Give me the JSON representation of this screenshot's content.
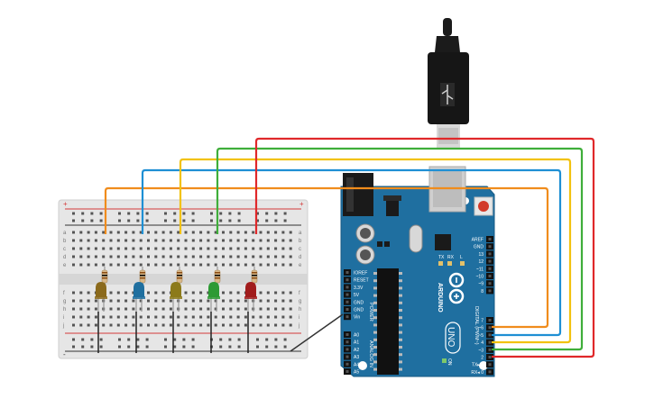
{
  "board": {
    "power_header": {
      "title": "POWER",
      "pins": [
        "IOREF",
        "RESET",
        "3.3V",
        "5V",
        "GND",
        "GND",
        "Vin"
      ]
    },
    "analog_header": {
      "title": "ANALOG IN",
      "pins": [
        "A0",
        "A1",
        "A2",
        "A3",
        "A4",
        "A5"
      ]
    },
    "digital_header": {
      "title": "DIGITAL (PWM~)",
      "top_pins": [
        "AREF",
        "GND",
        "13",
        "12",
        "~11",
        "~10",
        "~9",
        "8"
      ],
      "bottom_pins": [
        "7",
        "~6",
        "~5",
        "4",
        "~3",
        "2",
        "TX▸ 1",
        "RX◂ 0"
      ]
    },
    "brand": "ARDUINO",
    "model": "UNO",
    "tx_label": "TX",
    "rx_label": "RX",
    "l_label": "L",
    "on_label": "ON"
  },
  "breadboard": {
    "row_letters_top": [
      "a",
      "b",
      "c",
      "d",
      "e"
    ],
    "row_letters_bottom": [
      "f",
      "g",
      "h",
      "i",
      "j"
    ],
    "plus_label": "+",
    "minus_label": "-"
  },
  "leds": [
    {
      "name": "led-1",
      "color": "#8b6a1c"
    },
    {
      "name": "led-2",
      "color": "#1f6f9f"
    },
    {
      "name": "led-3",
      "color": "#8c7a1a"
    },
    {
      "name": "led-4",
      "color": "#2e9a34"
    },
    {
      "name": "led-5",
      "color": "#a11c1c"
    }
  ],
  "wires": [
    {
      "name": "wire-orange",
      "color": "#f08c1c"
    },
    {
      "name": "wire-blue",
      "color": "#1e8fd4"
    },
    {
      "name": "wire-yellow",
      "color": "#f2c20f"
    },
    {
      "name": "wire-green",
      "color": "#3fae3a"
    },
    {
      "name": "wire-red",
      "color": "#e0282a"
    }
  ],
  "colors": {
    "board": "#1f6fa0",
    "board_edge": "#175a83",
    "breadboard": "#e6e6e6",
    "plus_rail": "#d43a3a",
    "minus_rail": "#333333"
  }
}
